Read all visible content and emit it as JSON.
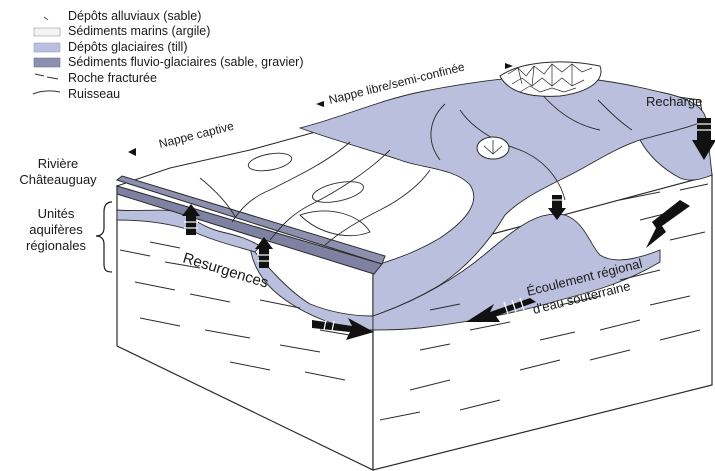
{
  "legend": {
    "items": [
      {
        "label": "Dépôts alluviaux (sable)",
        "swatch": "#ffffff"
      },
      {
        "label": "Sédiments marins (argile)",
        "swatch": "#f4f4f4"
      },
      {
        "label": "Dépôts glaciaires (till)",
        "swatch": "#b9bfdc"
      },
      {
        "label": "Sédiments fluvio-glaciaires (sable, gravier)",
        "swatch": "#8c8fae"
      },
      {
        "label": "Roche fracturée",
        "swatch": "line-dash"
      },
      {
        "label": "Ruisseau",
        "swatch": "line"
      }
    ]
  },
  "labels": {
    "nappe_libre": "Nappe libre/semi-confinée",
    "nappe_captive": "Nappe captive",
    "recharge": "Recharge",
    "riviere": [
      "Rivière",
      "Châteauguay"
    ],
    "unites": [
      "Unités",
      "aquifères",
      "régionales"
    ],
    "resurgences": "Resurgences",
    "ecoulement": [
      "Écoulement régional",
      "d'eau souterraine"
    ]
  },
  "colors": {
    "till": "#b9bfdc",
    "fluvio": "#8c8fae",
    "outline": "#2b2b2b",
    "arrow": "#111111"
  }
}
